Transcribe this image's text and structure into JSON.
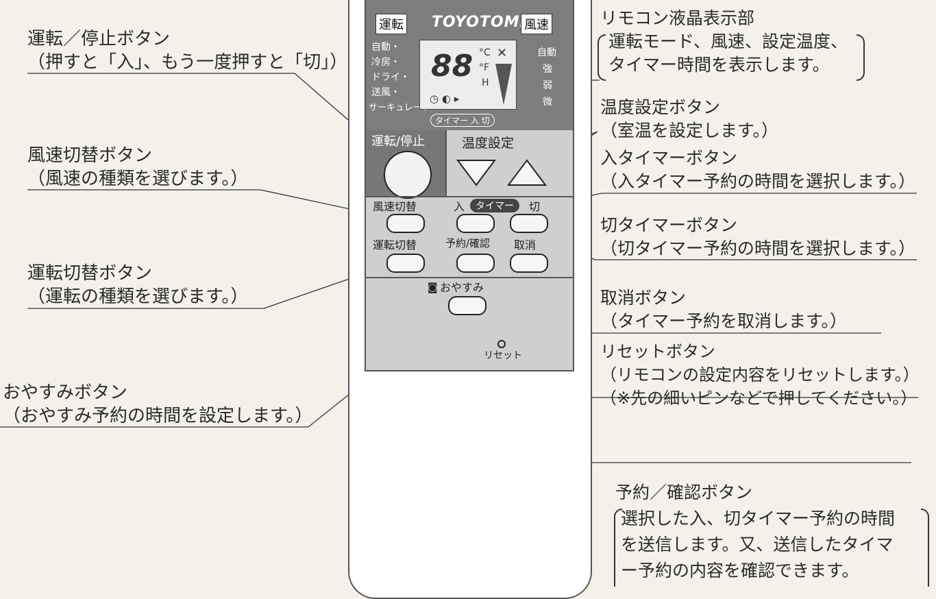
{
  "callouts": {
    "power": {
      "title": "運転／停止ボタン",
      "desc": "（押すと「入」、もう一度押すと「切」）"
    },
    "fan": {
      "title": "風速切替ボタン",
      "desc": "（風速の種類を選びます。）"
    },
    "mode": {
      "title": "運転切替ボタン",
      "desc": "（運転の種類を選びます。）"
    },
    "sleep": {
      "title": "おやすみボタン",
      "desc": "（おやすみ予約の時間を設定します。）"
    },
    "lcd": {
      "title": "リモコン液晶表示部",
      "desc1": "運転モード、風速、設定温度、",
      "desc2": "タイマー時間を表示します。"
    },
    "temp": {
      "title": "温度設定ボタン",
      "desc": "（室温を設定します。）"
    },
    "on_timer": {
      "title": "入タイマーボタン",
      "desc": "（入タイマー予約の時間を選択します。）"
    },
    "off_timer": {
      "title": "切タイマーボタン",
      "desc": "（切タイマー予約の時間を選択します。）"
    },
    "cancel": {
      "title": "取消ボタン",
      "desc": "（タイマー予約を取消します。）"
    },
    "reset": {
      "title": "リセットボタン",
      "desc1": "（リモコンの設定内容をリセットします。）",
      "desc2": "（※先の細いピンなどで押してください。）"
    },
    "confirm": {
      "title": "予約／確認ボタン",
      "desc1": "選択した入、切タイマー予約の時間",
      "desc2": "を送信します。又、送信したタイマ",
      "desc3": "ー予約の内容を確認できます。"
    }
  },
  "remote": {
    "brand": "TOYOTOMI",
    "unten": "運転",
    "fusoku": "風速",
    "modes": [
      "自動・",
      "冷房・",
      "ドライ・",
      "送風・",
      "サーキュレート"
    ],
    "speeds": [
      "自動",
      "強",
      "弱",
      "微"
    ],
    "lcd_digits": "88",
    "lcd_c": "°C",
    "lcd_f": "°F",
    "lcd_h": "H",
    "timer_strip": "タイマー 入 切",
    "power_label": "運転/停止",
    "temp_label": "温度設定",
    "fan_label": "風速切替",
    "timer_in": "入",
    "timer_tag": "タイマー",
    "timer_off": "切",
    "mode_label": "運転切替",
    "confirm_label": "予約/確認",
    "cancel_label": "取消",
    "sleep_label": "おやすみ",
    "reset_label": "リセット"
  }
}
